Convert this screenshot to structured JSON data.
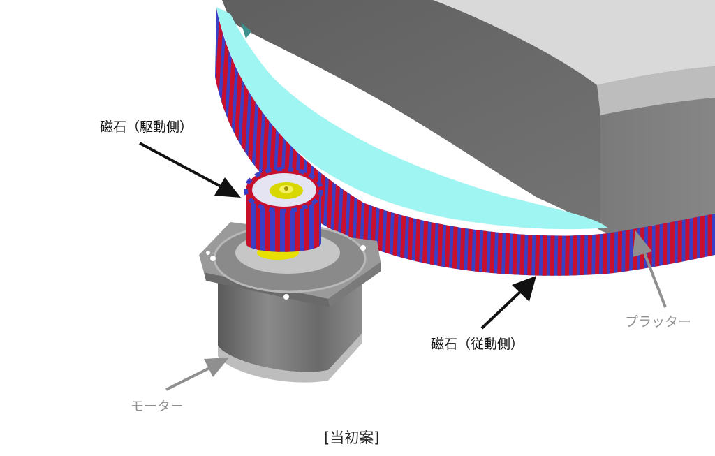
{
  "labels": {
    "drive_magnet": "磁石（駆動側）",
    "driven_magnet": "磁石（従動側）",
    "platter": "プラッター",
    "motor": "モーター",
    "caption": "[当初案]"
  },
  "colors": {
    "magnet_red": "#c8102e",
    "magnet_blue": "#3b3fc4",
    "platter_gray": "#6e6e6e",
    "platter_rim_cyan": "#9ff5f2",
    "motor_gray": "#707070",
    "hub_yellow": "#e8e000",
    "arrow_black": "#111111",
    "arrow_gray": "#8f8f8f"
  }
}
